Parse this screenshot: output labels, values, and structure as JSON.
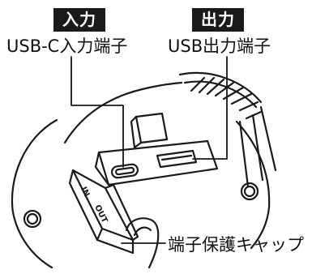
{
  "input": {
    "badge": "入力",
    "caption": "USB-C入力端子"
  },
  "output": {
    "badge": "出力",
    "caption": "USB出力端子"
  },
  "cap": {
    "caption": "端子保護キャップ",
    "engraving_in": "IN",
    "engraving_out": "OUT"
  },
  "colors": {
    "line": "#1a1a1a",
    "badge_bg": "#1a1a1a",
    "badge_text": "#ffffff"
  }
}
